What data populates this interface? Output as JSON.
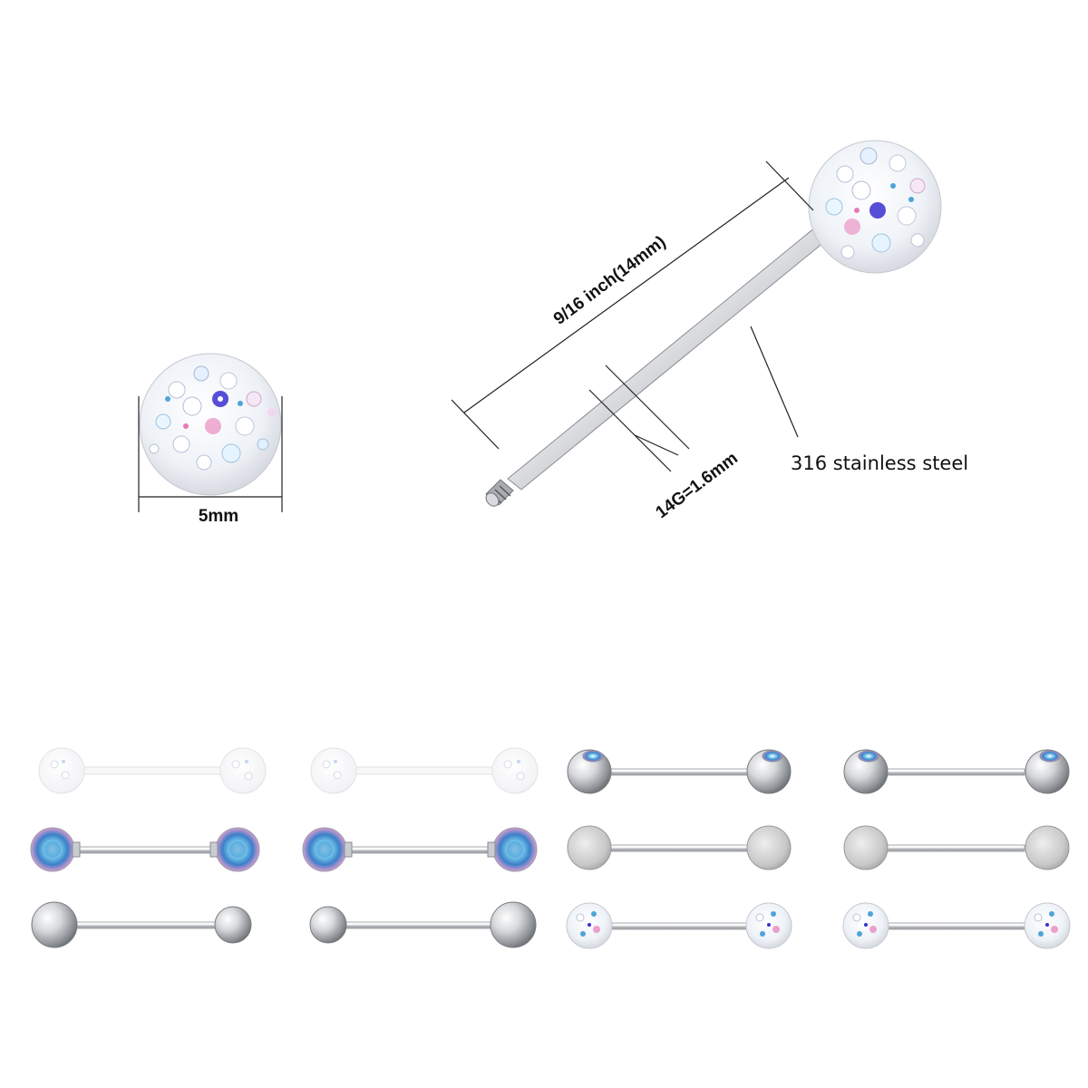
{
  "labels": {
    "ball_diameter": "5mm",
    "bar_length": "9/16 inch(14mm)",
    "gauge": "14G=1.6mm",
    "material": "316 stainless steel"
  },
  "colors": {
    "background": "#ffffff",
    "steel": "#c9ccd0",
    "line": "#222222",
    "crystal_blue": "#4fa3d9",
    "crystal_purple": "#3a2fd0",
    "crystal_pink": "#e87ab8"
  },
  "variants": [
    {
      "name": "clear-acrylic-crystal-ball",
      "count": 2
    },
    {
      "name": "ab-crystal-prong-set",
      "count": 2
    },
    {
      "name": "steel-ball",
      "count": 2
    },
    {
      "name": "gem-set-steel-ball",
      "count": 2
    },
    {
      "name": "frosted-steel-ball",
      "count": 2
    },
    {
      "name": "ab-crystal-paved-ball",
      "count": 2
    }
  ]
}
